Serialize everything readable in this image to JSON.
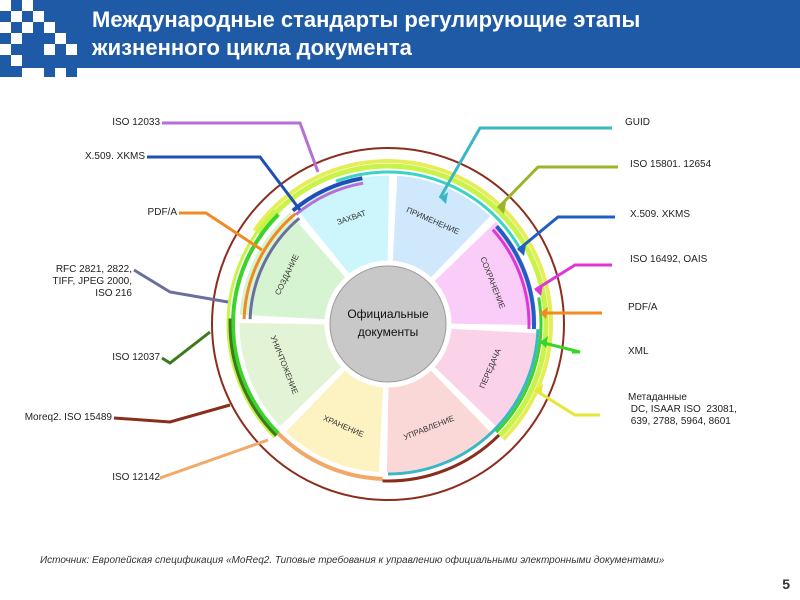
{
  "slide": {
    "title_line1": "Международные стандарты регулирующие этапы",
    "title_line2": "жизненного цикла документа",
    "source": "Источник: Европейская спецификация «MoReq2. Типовые требования к управлению официальными электронными документами»",
    "page_number": "5"
  },
  "diagram": {
    "center_line1": "Официальные",
    "center_line2": "документы",
    "sectors": [
      {
        "label": "ЗАХВАТ",
        "color": "#ccf6fb"
      },
      {
        "label": "ПРИМЕНЕНИЕ",
        "color": "#cfe8fb"
      },
      {
        "label": "СОХРАНЕНИЕ",
        "color": "#f9cdf7"
      },
      {
        "label": "ПЕРЕДАЧА",
        "color": "#fbd3e9"
      },
      {
        "label": "УПРАВЛЕНИЕ",
        "color": "#fbd8d8"
      },
      {
        "label": "ХРАНЕНИЕ",
        "color": "#fdf3c2"
      },
      {
        "label": "УНИЧТОЖЕНИЕ",
        "color": "#e3f4d6"
      },
      {
        "label": "СОЗДАНИЕ",
        "color": "#d7f4d2"
      }
    ],
    "left_labels": [
      {
        "text": "ISO 12033",
        "color": "#b56fd6"
      },
      {
        "text": "X.509. XKMS",
        "color": "#1f4fb5"
      },
      {
        "text": "PDF/A",
        "color": "#f08a22"
      },
      {
        "text": "RFC 2821, 2822,\nTIFF, JPEG 2000,\nISO 216",
        "color": "#6b6f9e"
      },
      {
        "text": "ISO 12037",
        "color": "#3d7a1e"
      },
      {
        "text": "Moreq2. ISO 15489",
        "color": "#8b2d1c"
      },
      {
        "text": "ISO 12142",
        "color": "#f2a868"
      }
    ],
    "right_labels": [
      {
        "text": "GUID",
        "color": "#3bb6c4"
      },
      {
        "text": "ISO 15801. 12654",
        "color": "#9ab529"
      },
      {
        "text": "X.509. XKMS",
        "color": "#1f5fc4"
      },
      {
        "text": "ISO 16492, OAIS",
        "color": "#e036d8"
      },
      {
        "text": "PDF/A",
        "color": "#f08a22"
      },
      {
        "text": "XML",
        "color": "#3bd42a"
      },
      {
        "text": "Метаданные\n DC, ISAAR ISO  23081,\n 639, 2788, 5964, 8601",
        "color": "#e6e635"
      }
    ]
  }
}
